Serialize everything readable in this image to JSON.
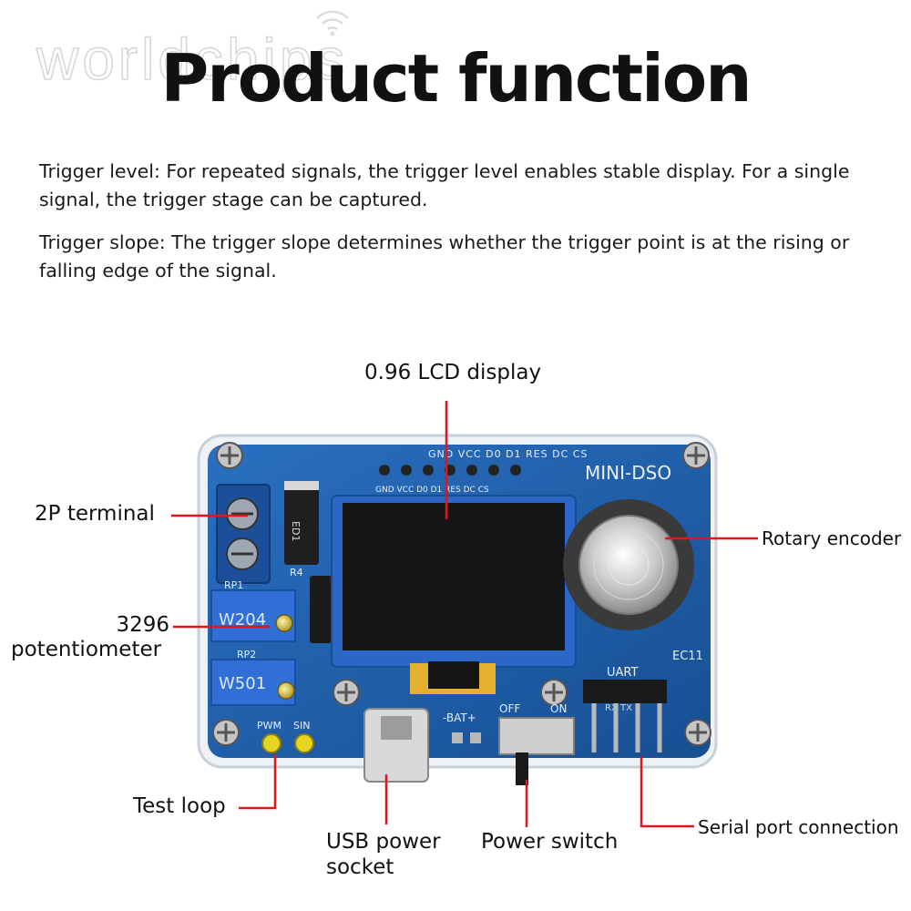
{
  "watermark": "worldchips",
  "title": "Product function",
  "paragraphs": [
    "Trigger level: For repeated signals, the trigger level enables stable display. For a single signal, the trigger stage can be captured.",
    "Trigger slope: The trigger slope determines whether the trigger point is at the rising or falling edge of the signal."
  ],
  "board_silkscreen": {
    "header_pins": "GND VCC D0 D1 RES DC CS",
    "header_top": "GND VCC D0 D1 RES DC CS",
    "name": "MINI-DSO",
    "diode": "ED1",
    "r4": "R4",
    "rp1": "RP1",
    "rp2": "RP2",
    "pot1_code": "W204",
    "pot2_code": "W501",
    "encoder": "EC11",
    "uart": "UART",
    "rx_tx": "RX TX",
    "bat": "-BAT+",
    "off": "OFF",
    "on": "ON",
    "pwm": "PWM",
    "sin": "SIN"
  },
  "callouts": {
    "lcd": "0.96 LCD display",
    "terminal": "2P terminal",
    "pot_line1": "3296",
    "pot_line2": "potentiometer",
    "encoder": "Rotary encoder",
    "test_loop": "Test loop",
    "usb_line1": "USB power",
    "usb_line2": "socket",
    "power_switch": "Power switch",
    "serial": "Serial port connection"
  },
  "colors": {
    "pcb": "#1e5fa8",
    "pcb_dark": "#164a86",
    "callout_line": "#e0161b",
    "screen": "#151515",
    "pot_body": "#2f6fd6"
  }
}
